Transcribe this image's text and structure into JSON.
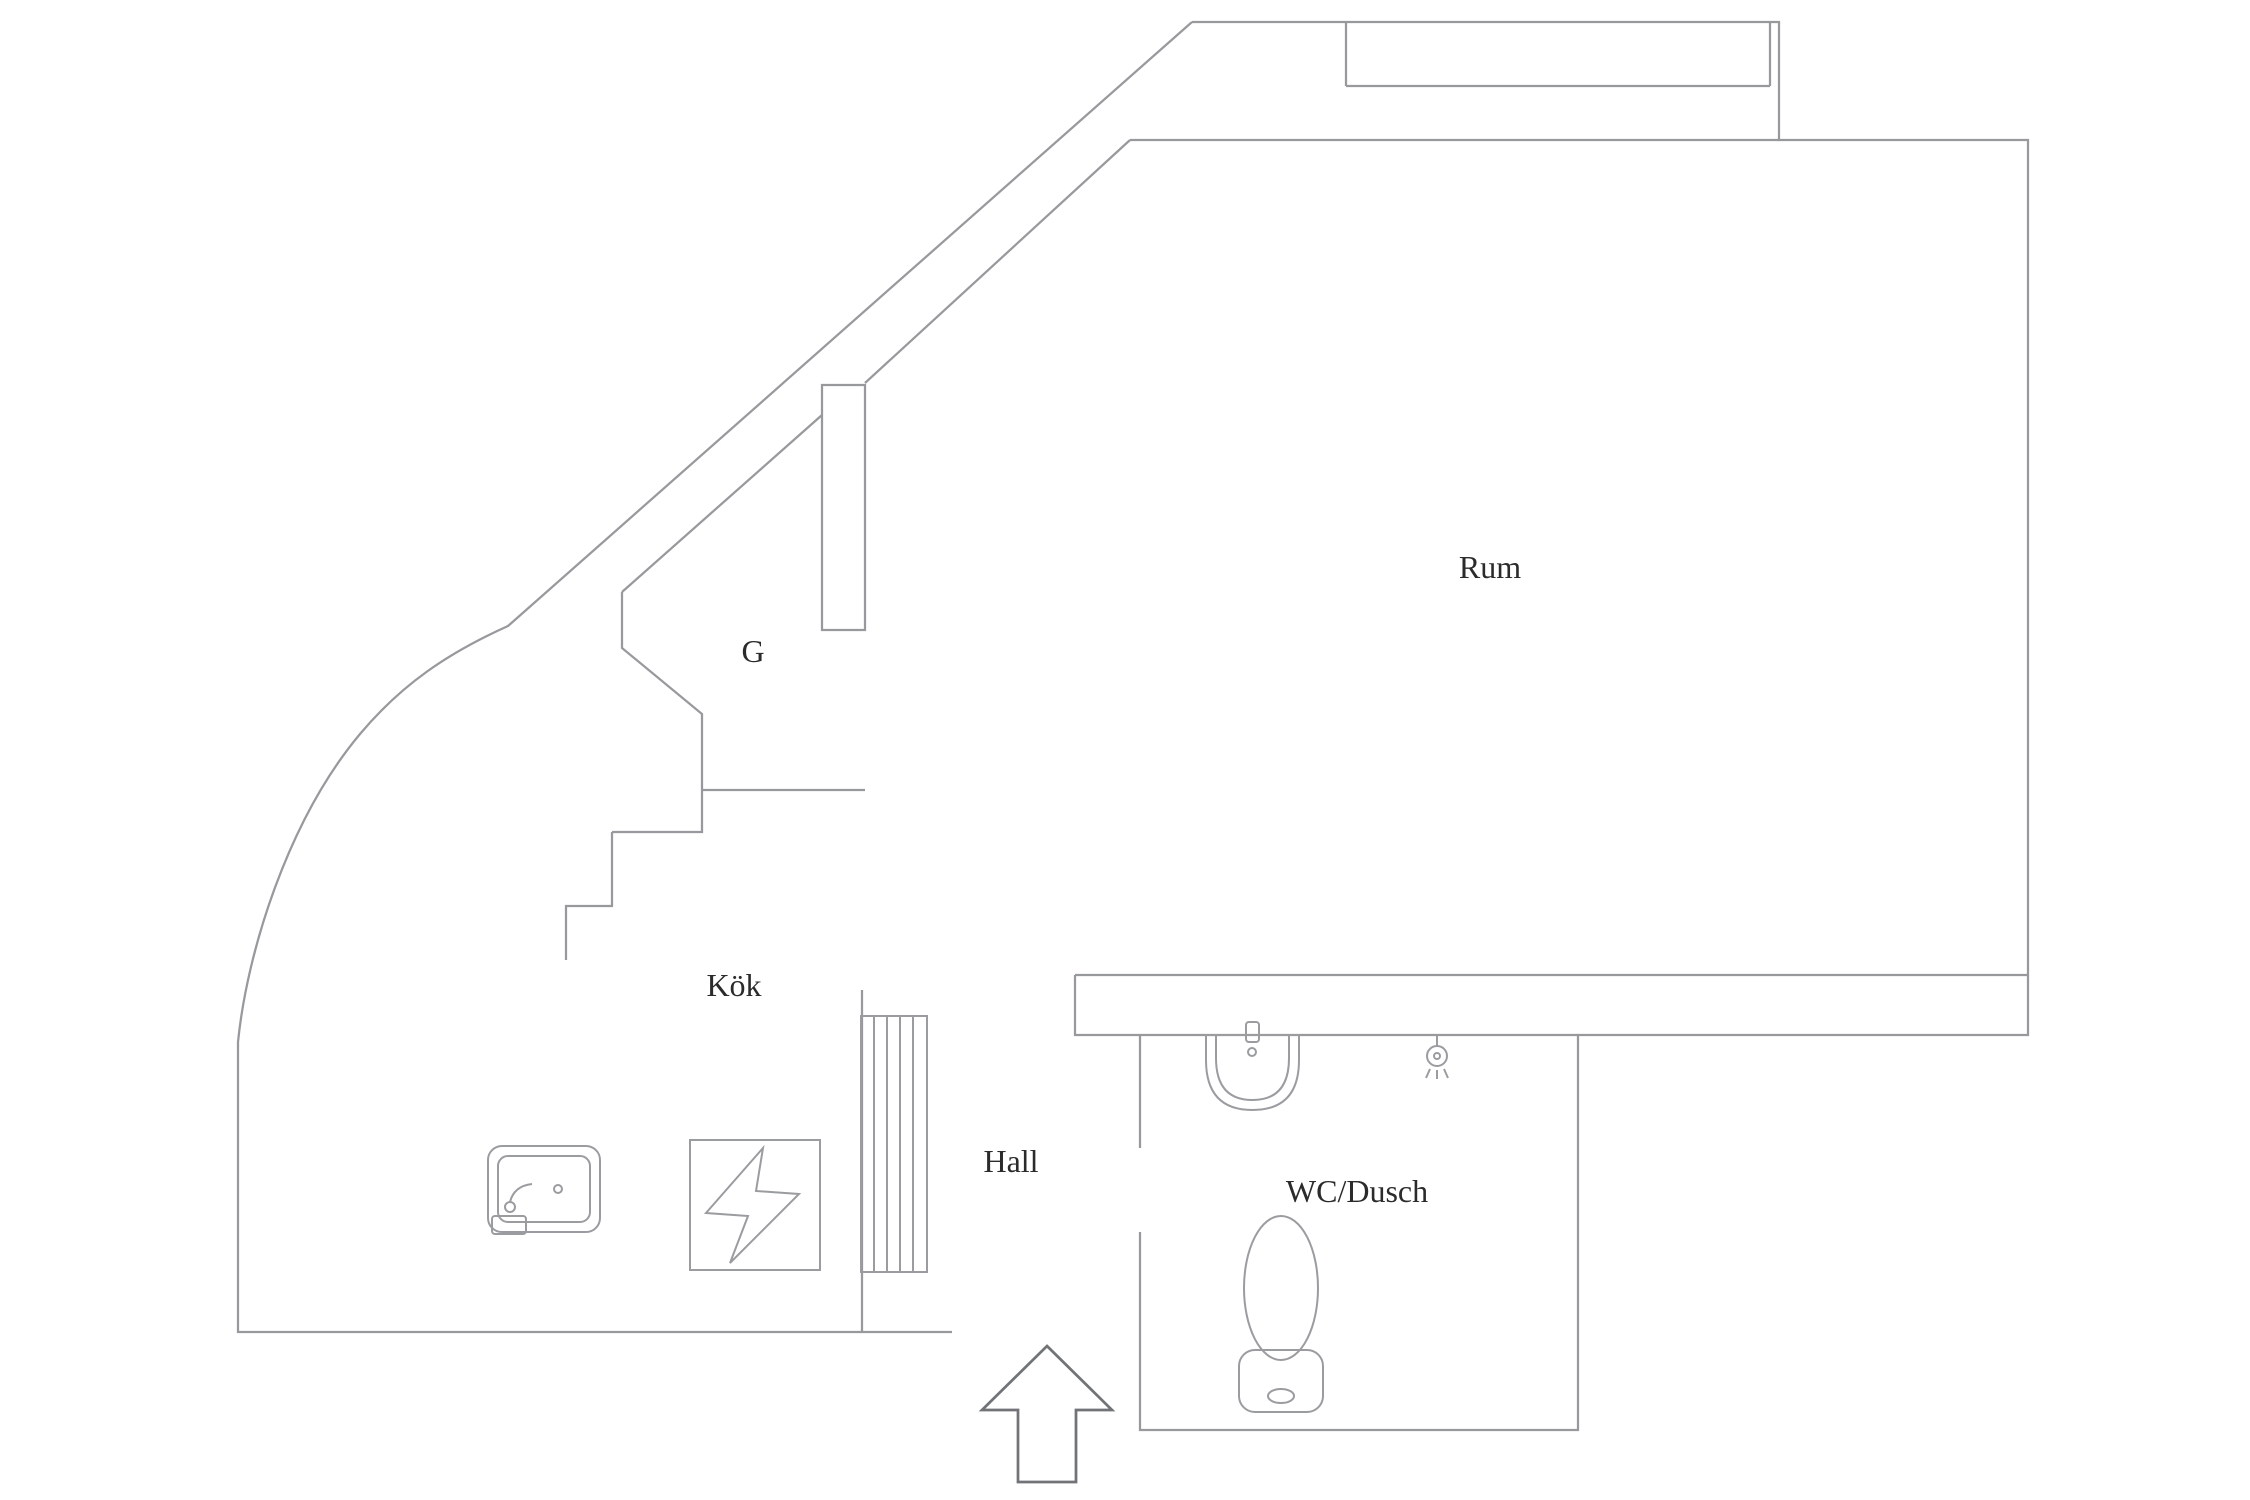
{
  "floorplan": {
    "rooms": {
      "rum": {
        "label": "Rum"
      },
      "garderob": {
        "label": "G"
      },
      "kok": {
        "label": "Kök"
      },
      "hall": {
        "label": "Hall"
      },
      "wc_dusch": {
        "label": "WC/Dusch"
      }
    },
    "fixtures": {
      "kitchen_sink": "kitchen-sink",
      "stove": "stove",
      "radiator": "radiator",
      "washbasin": "washbasin",
      "shower": "shower",
      "toilet": "toilet",
      "window": "window",
      "entrance_arrow": "entrance-arrow"
    },
    "entrance": {
      "direction": "up"
    },
    "colors": {
      "wall": "#97999c",
      "fixture": "#9a9ca0",
      "arrow": "#717477",
      "label": "#2b2b2b",
      "background": "#ffffff"
    }
  }
}
